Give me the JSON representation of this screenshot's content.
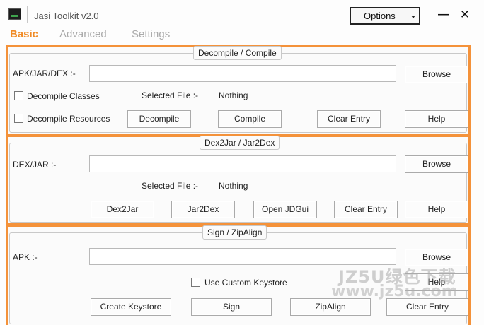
{
  "window": {
    "title": "Jasi Toolkit v2.0",
    "options_label": "Options",
    "accent_color": "#f4923a"
  },
  "tabs": [
    {
      "label": "Basic",
      "active": true
    },
    {
      "label": "Advanced",
      "active": false
    },
    {
      "label": "Settings",
      "active": false
    }
  ],
  "decompile": {
    "legend": "Decompile / Compile",
    "input_label": "APK/JAR/DEX :-",
    "input_value": "",
    "browse": "Browse",
    "chk_classes": "Decompile Classes",
    "chk_resources": "Decompile Resources",
    "selected_label": "Selected File :-",
    "selected_value": "Nothing",
    "decompile_btn": "Decompile",
    "compile_btn": "Compile",
    "clear_btn": "Clear Entry",
    "help_btn": "Help"
  },
  "dex2jar": {
    "legend": "Dex2Jar / Jar2Dex",
    "input_label": "DEX/JAR :-",
    "input_value": "",
    "browse": "Browse",
    "selected_label": "Selected File :-",
    "selected_value": "Nothing",
    "dex2jar_btn": "Dex2Jar",
    "jar2dex_btn": "Jar2Dex",
    "jdgui_btn": "Open JDGui",
    "clear_btn": "Clear Entry",
    "help_btn": "Help"
  },
  "sign": {
    "legend": "Sign / ZipAlign",
    "input_label": "APK :-",
    "input_value": "",
    "browse": "Browse",
    "chk_keystore": "Use Custom Keystore",
    "help_btn": "Help",
    "create_btn": "Create Keystore",
    "sign_btn": "Sign",
    "zipalign_btn": "ZipAlign",
    "clear_btn": "Clear Entry"
  },
  "watermark": {
    "line1": "JZ5U绿色下载",
    "line2": "www.jz5u.com"
  }
}
